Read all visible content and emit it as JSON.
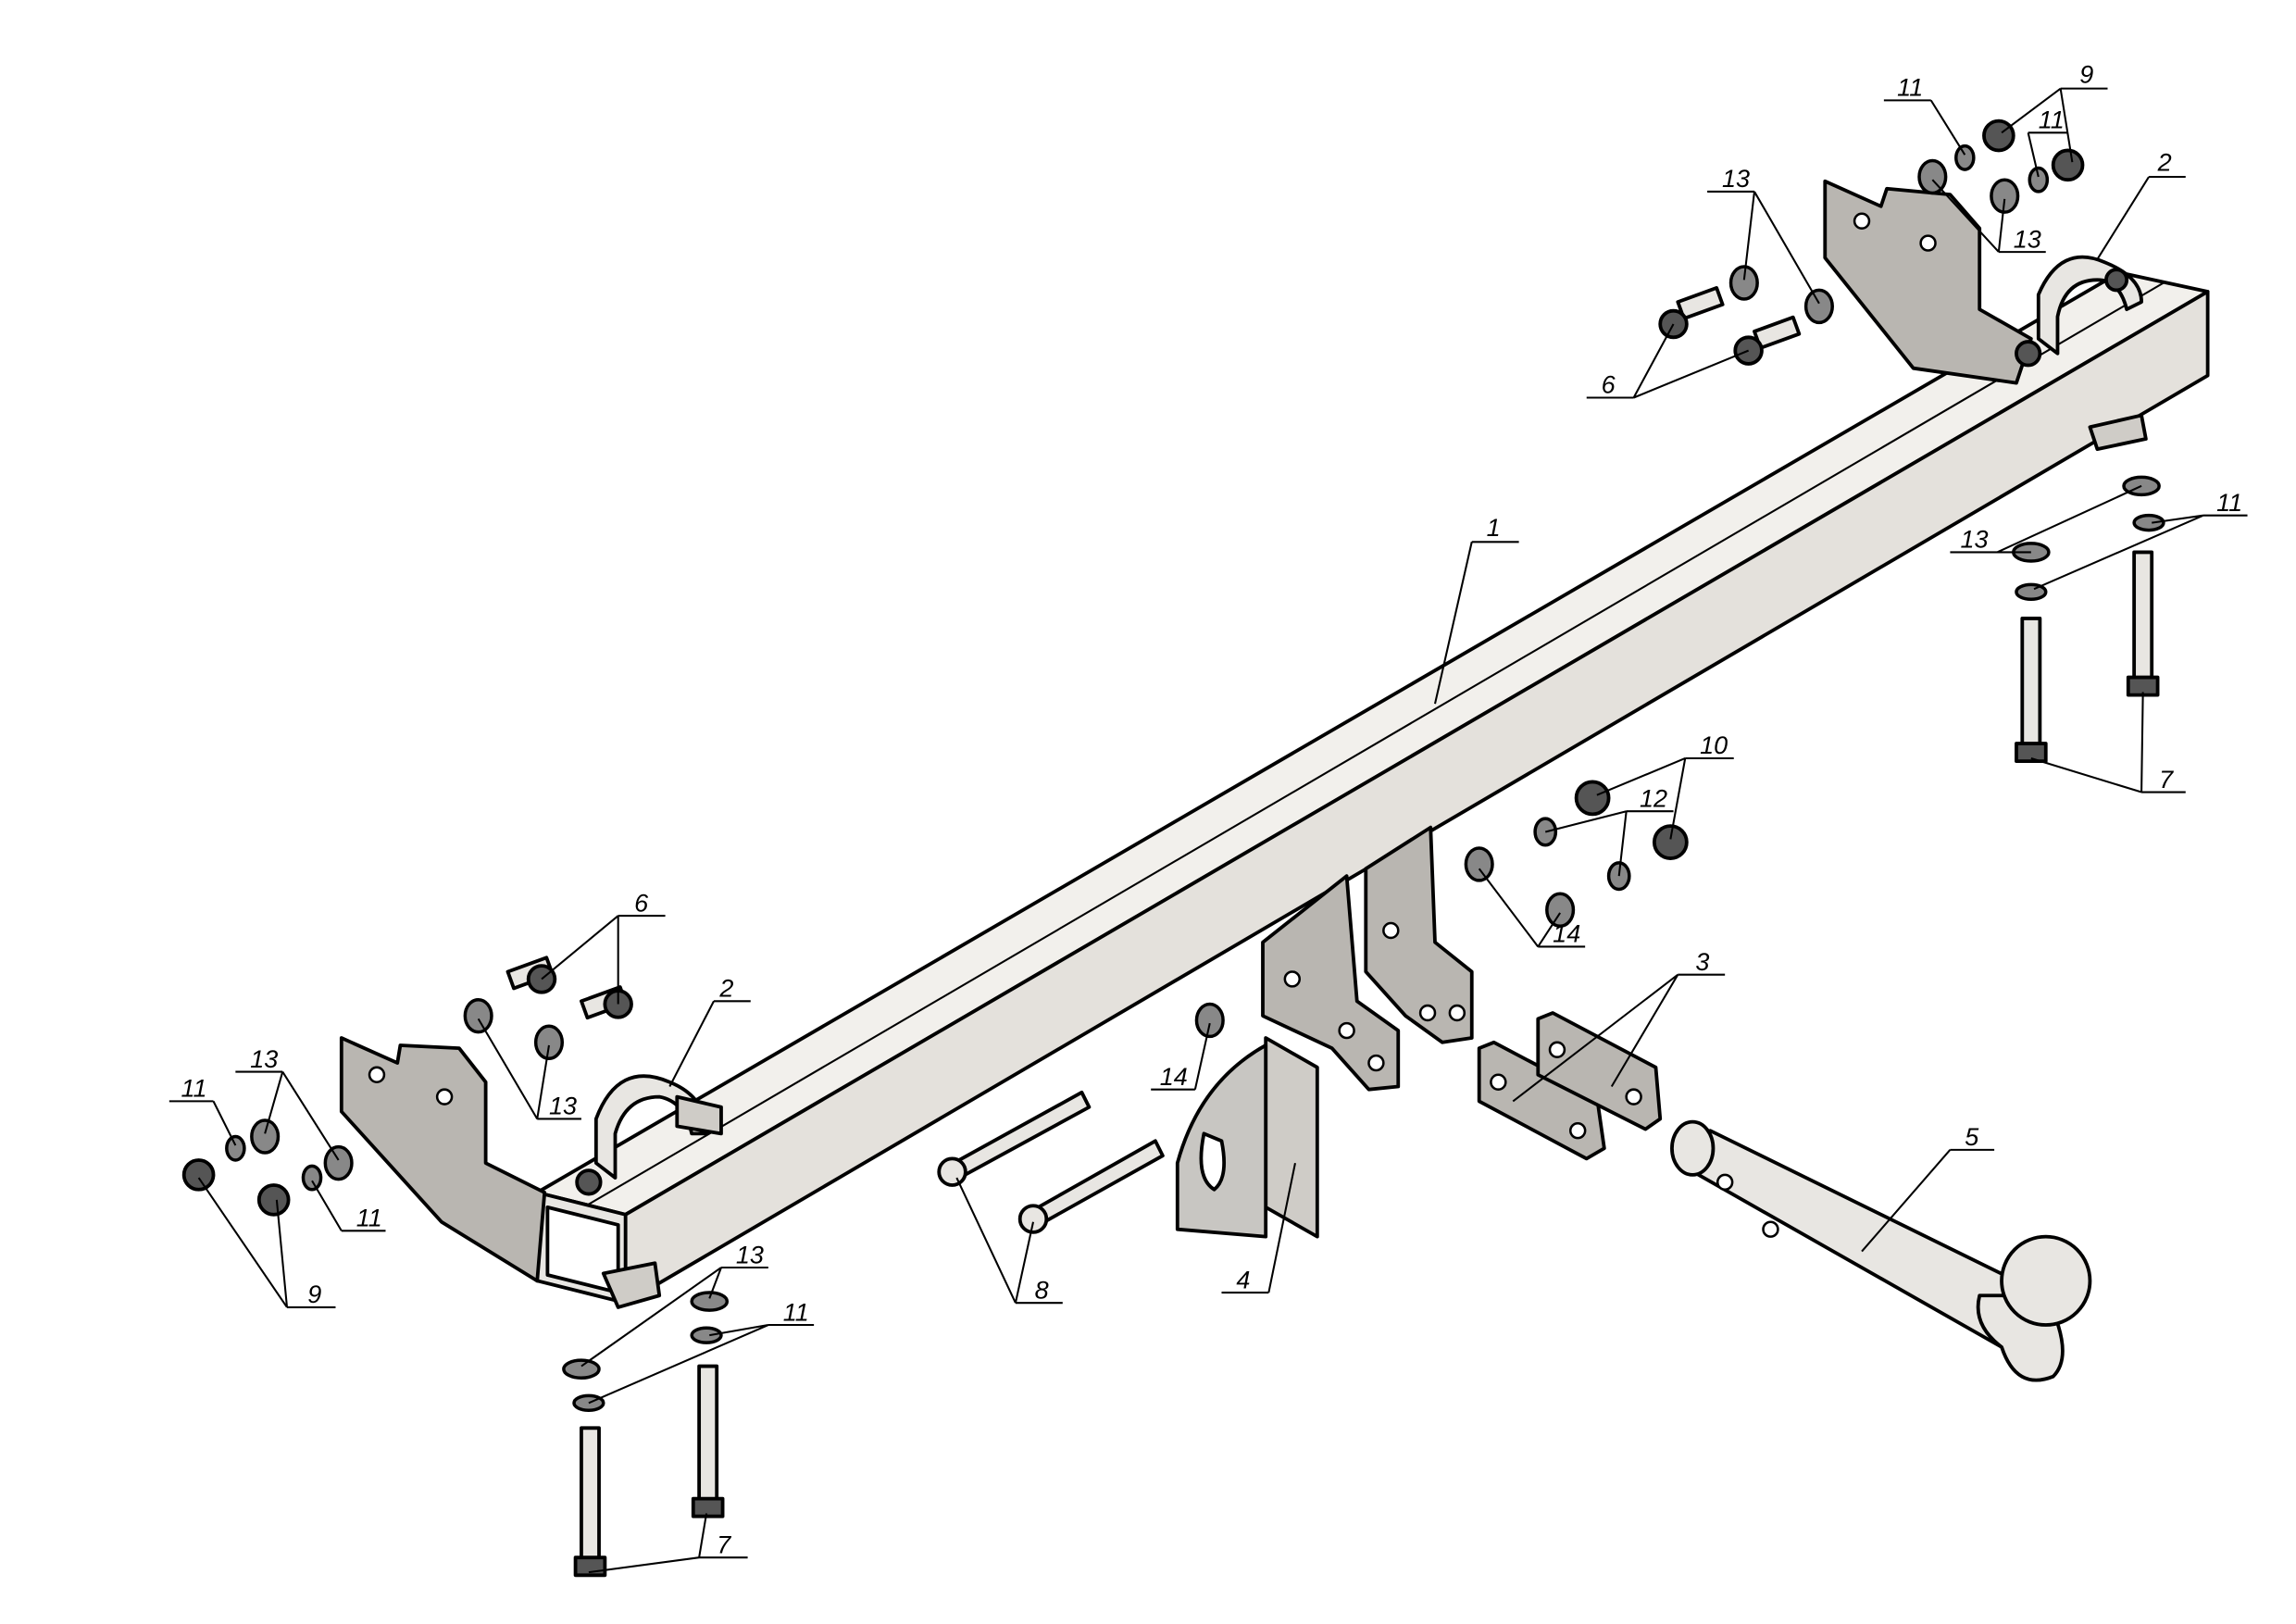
{
  "diagram": {
    "type": "exploded-assembly",
    "callouts": [
      {
        "id": "c1",
        "text": "1"
      },
      {
        "id": "c2a",
        "text": "2"
      },
      {
        "id": "c2b",
        "text": "2"
      },
      {
        "id": "c3",
        "text": "3"
      },
      {
        "id": "c4",
        "text": "4"
      },
      {
        "id": "c5",
        "text": "5"
      },
      {
        "id": "c6a",
        "text": "6"
      },
      {
        "id": "c6b",
        "text": "6"
      },
      {
        "id": "c7a",
        "text": "7"
      },
      {
        "id": "c7b",
        "text": "7"
      },
      {
        "id": "c8",
        "text": "8"
      },
      {
        "id": "c9a",
        "text": "9"
      },
      {
        "id": "c9b",
        "text": "9"
      },
      {
        "id": "c10",
        "text": "10"
      },
      {
        "id": "c11a",
        "text": "11"
      },
      {
        "id": "c11b",
        "text": "11"
      },
      {
        "id": "c11c",
        "text": "11"
      },
      {
        "id": "c11d",
        "text": "11"
      },
      {
        "id": "c11e",
        "text": "11"
      },
      {
        "id": "c11f",
        "text": "11"
      },
      {
        "id": "c12",
        "text": "12"
      },
      {
        "id": "c13a",
        "text": "13"
      },
      {
        "id": "c13b",
        "text": "13"
      },
      {
        "id": "c13c",
        "text": "13"
      },
      {
        "id": "c13d",
        "text": "13"
      },
      {
        "id": "c13e",
        "text": "13"
      },
      {
        "id": "c13f",
        "text": "13"
      },
      {
        "id": "c14a",
        "text": "14"
      },
      {
        "id": "c14b",
        "text": "14"
      }
    ]
  }
}
